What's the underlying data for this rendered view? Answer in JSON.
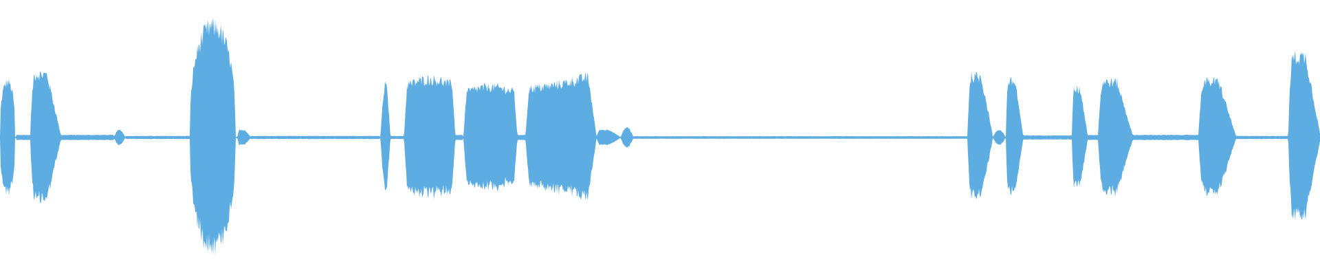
{
  "waveform": {
    "color": "#5dade2",
    "background": "#ffffff",
    "duration_fraction_segments": [
      {
        "start": 0.0,
        "end": 0.012,
        "peak": 0.22,
        "shape": "burst"
      },
      {
        "start": 0.012,
        "end": 0.023,
        "peak": 0.01,
        "shape": "hold"
      },
      {
        "start": 0.023,
        "end": 0.046,
        "peak": 0.25,
        "shape": "decay"
      },
      {
        "start": 0.046,
        "end": 0.086,
        "peak": 0.01,
        "shape": "hold"
      },
      {
        "start": 0.086,
        "end": 0.095,
        "peak": 0.03,
        "shape": "blip"
      },
      {
        "start": 0.095,
        "end": 0.144,
        "peak": 0.006,
        "shape": "hold"
      },
      {
        "start": 0.144,
        "end": 0.18,
        "peak": 0.44,
        "shape": "burst"
      },
      {
        "start": 0.18,
        "end": 0.19,
        "peak": 0.03,
        "shape": "decay"
      },
      {
        "start": 0.19,
        "end": 0.288,
        "peak": 0.006,
        "shape": "hold"
      },
      {
        "start": 0.288,
        "end": 0.296,
        "peak": 0.21,
        "shape": "pulse"
      },
      {
        "start": 0.296,
        "end": 0.306,
        "peak": 0.006,
        "shape": "hold"
      },
      {
        "start": 0.306,
        "end": 0.345,
        "peak": 0.23,
        "shape": "block"
      },
      {
        "start": 0.345,
        "end": 0.351,
        "peak": 0.01,
        "shape": "hold"
      },
      {
        "start": 0.351,
        "end": 0.392,
        "peak": 0.2,
        "shape": "block"
      },
      {
        "start": 0.392,
        "end": 0.398,
        "peak": 0.01,
        "shape": "hold"
      },
      {
        "start": 0.398,
        "end": 0.452,
        "peak": 0.25,
        "shape": "swell"
      },
      {
        "start": 0.452,
        "end": 0.47,
        "peak": 0.03,
        "shape": "decay"
      },
      {
        "start": 0.47,
        "end": 0.48,
        "peak": 0.04,
        "shape": "blip"
      },
      {
        "start": 0.48,
        "end": 0.733,
        "peak": 0.005,
        "shape": "hold"
      },
      {
        "start": 0.733,
        "end": 0.752,
        "peak": 0.24,
        "shape": "decay"
      },
      {
        "start": 0.752,
        "end": 0.762,
        "peak": 0.03,
        "shape": "blip"
      },
      {
        "start": 0.762,
        "end": 0.775,
        "peak": 0.22,
        "shape": "decay"
      },
      {
        "start": 0.775,
        "end": 0.812,
        "peak": 0.008,
        "shape": "hold"
      },
      {
        "start": 0.812,
        "end": 0.824,
        "peak": 0.19,
        "shape": "decay"
      },
      {
        "start": 0.824,
        "end": 0.832,
        "peak": 0.01,
        "shape": "hold"
      },
      {
        "start": 0.832,
        "end": 0.858,
        "peak": 0.22,
        "shape": "decay"
      },
      {
        "start": 0.858,
        "end": 0.908,
        "peak": 0.01,
        "shape": "hold"
      },
      {
        "start": 0.908,
        "end": 0.936,
        "peak": 0.22,
        "shape": "decay"
      },
      {
        "start": 0.936,
        "end": 0.976,
        "peak": 0.006,
        "shape": "hold"
      },
      {
        "start": 0.976,
        "end": 1.0,
        "peak": 0.32,
        "shape": "decay"
      }
    ]
  }
}
